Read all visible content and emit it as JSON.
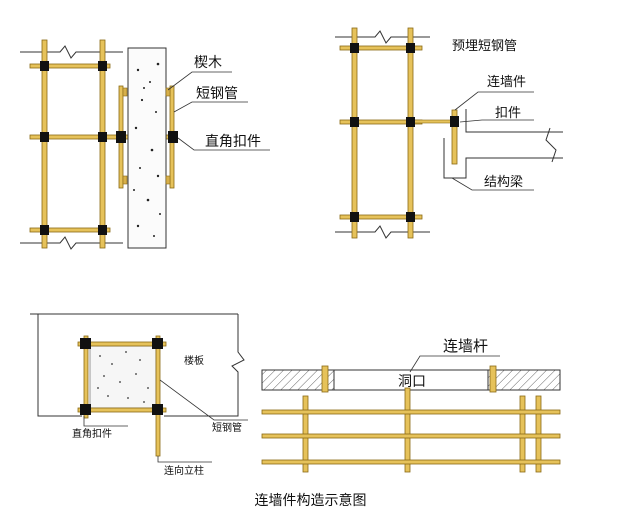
{
  "diagrams": {
    "top_left": {
      "labels": {
        "wedge": "楔木",
        "short_pipe": "短钢管",
        "clamp": "直角扣件"
      }
    },
    "top_right": {
      "labels": {
        "embedded_pipe": "预埋短钢管",
        "tie": "连墙件",
        "clamp": "扣件",
        "beam": "结构梁"
      }
    },
    "bottom_left": {
      "labels": {
        "floor": "楼板",
        "clamp": "直角扣件",
        "short_pipe": "短钢管",
        "vertical": "连向立柱"
      }
    },
    "bottom_right": {
      "labels": {
        "tie_rod": "连墙杆",
        "opening": "洞口"
      }
    }
  },
  "caption": "连墙件构造示意图",
  "colors": {
    "pipe": "#e6c25a",
    "pipe_edge": "#8a6a14",
    "clamp": "#111111",
    "line": "#333333"
  }
}
